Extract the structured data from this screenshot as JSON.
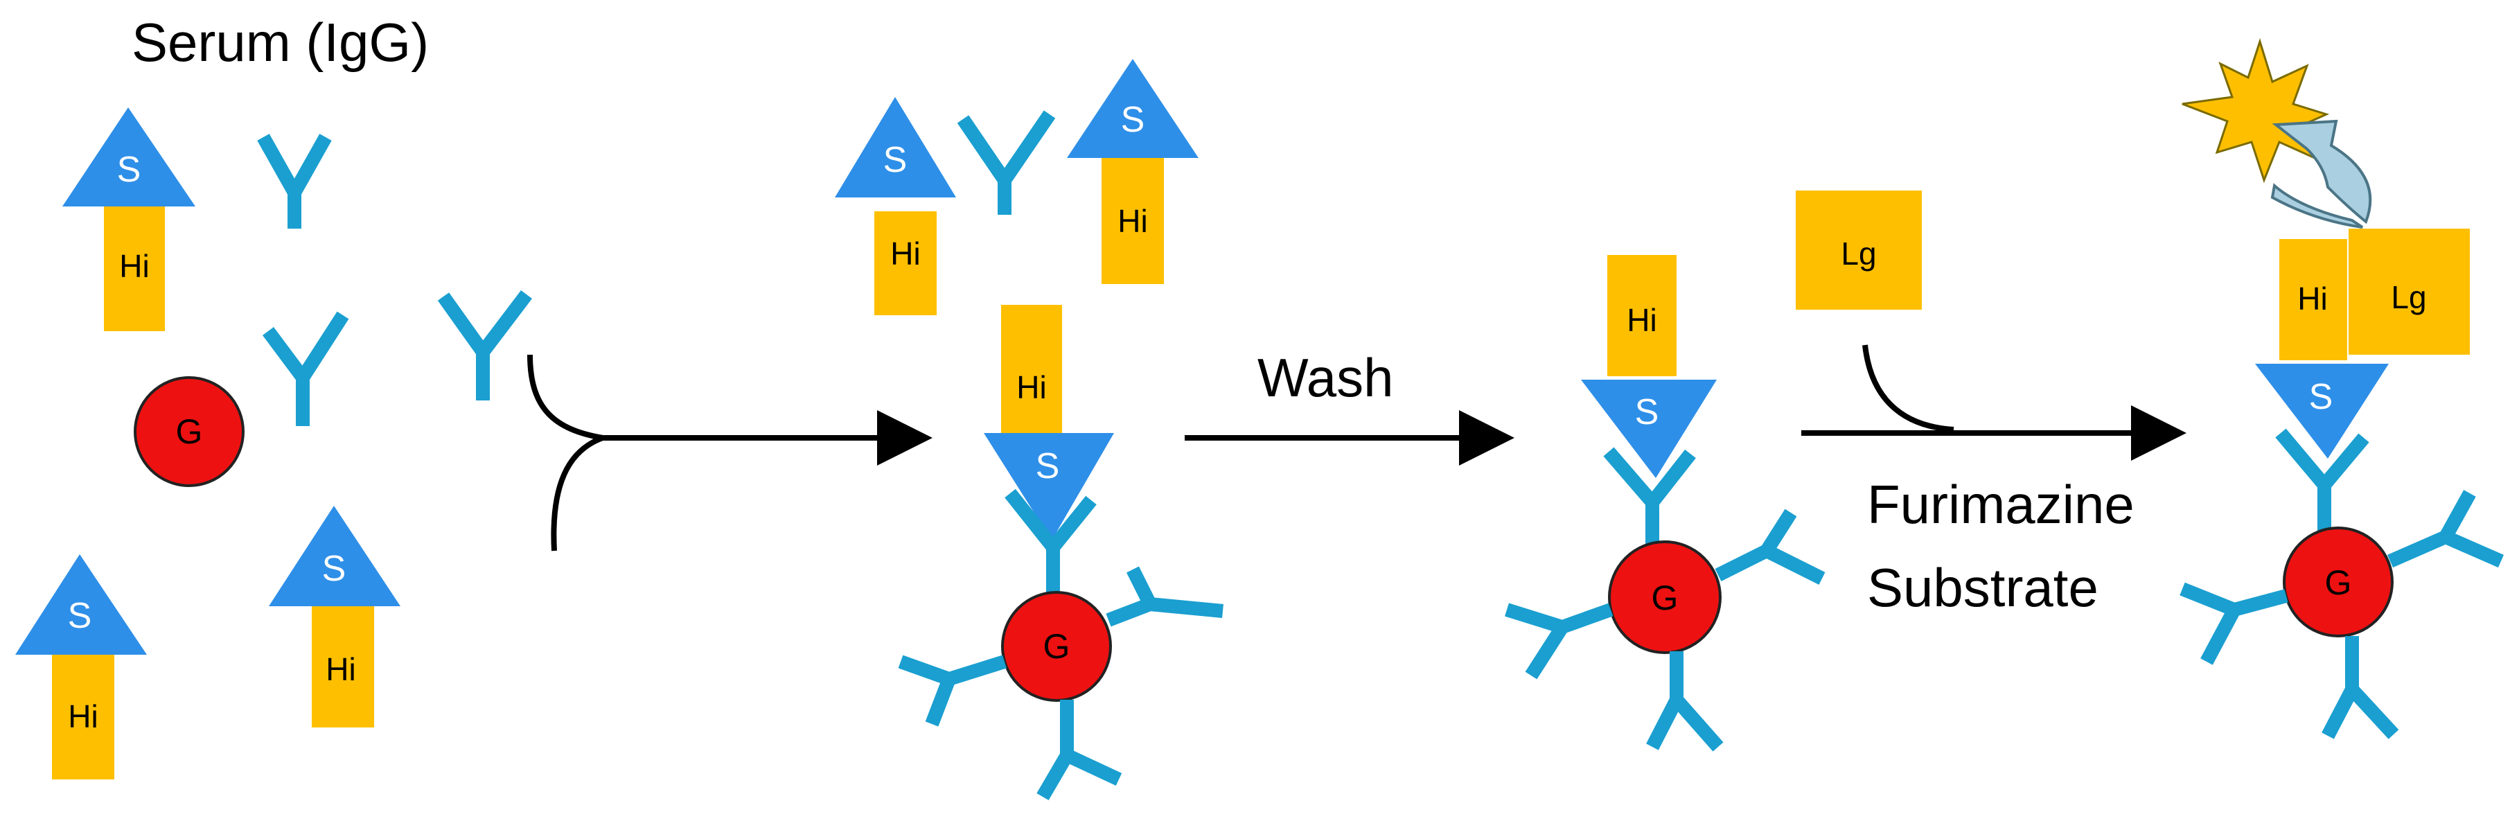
{
  "title": "Serum (IgG)",
  "labels": {
    "hi": "Hi",
    "lg": "Lg",
    "s": "S",
    "g": "G",
    "wash": "Wash",
    "substrate_line1": "Furimazine",
    "substrate_line2": "Substrate"
  },
  "colors": {
    "antibody": "#1a9fd0",
    "hi_lg_tag": "#fdbf00",
    "s_triangle": "#2e8fe8",
    "protein_g": "#ee1111",
    "burst": "#fdbf00",
    "curved_arrow": "#a9cfe0",
    "arrows": "#000000"
  },
  "icons": {
    "burst": "luminescence-burst-icon",
    "curved_arrow": "emission-curved-arrow-icon"
  }
}
